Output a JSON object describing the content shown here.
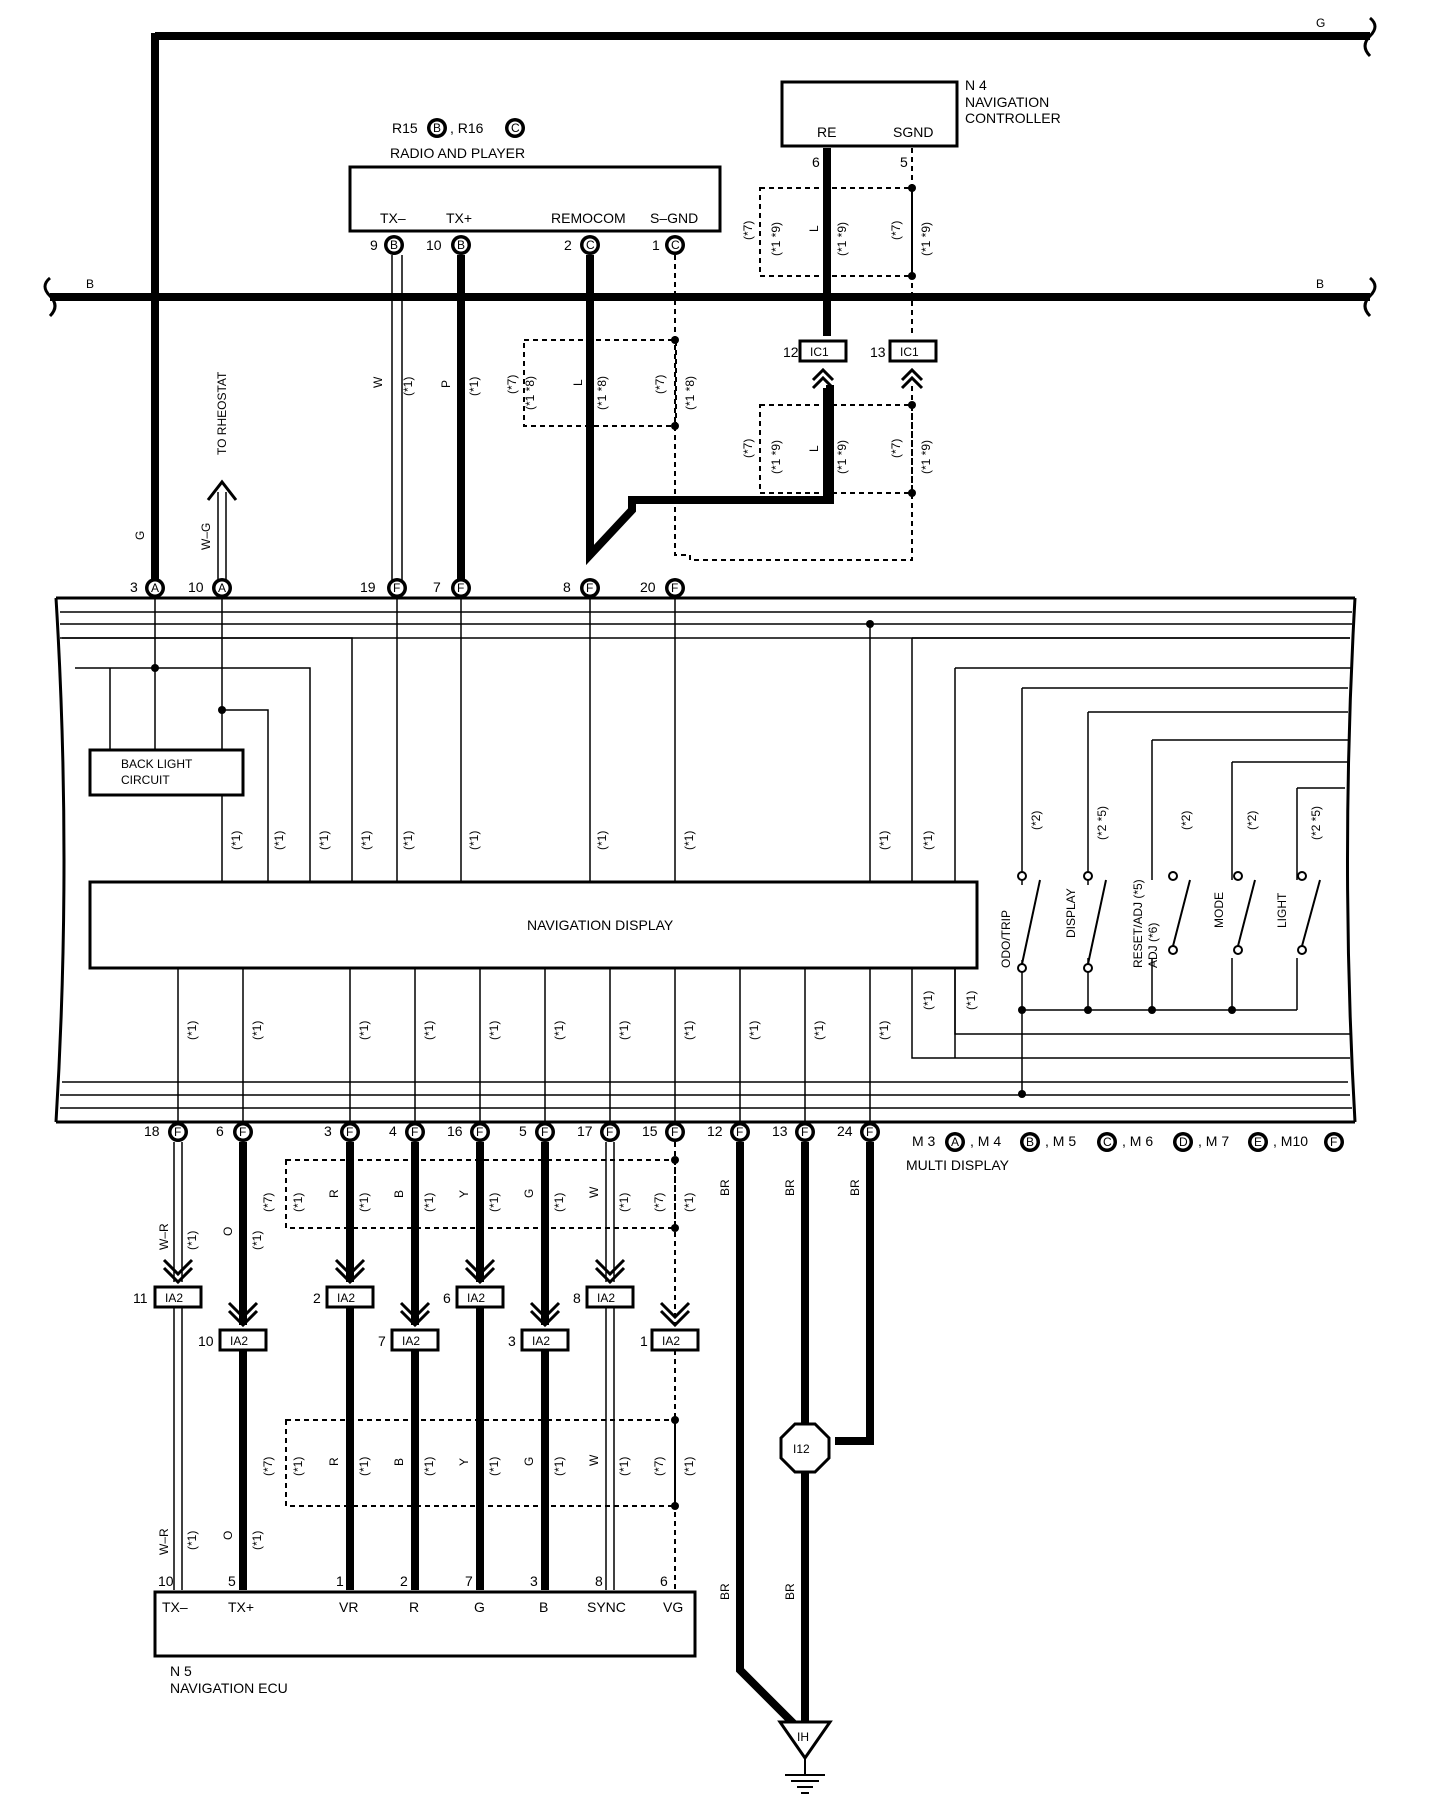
{
  "top_bus": {
    "left_label": "G",
    "right_label": "G"
  },
  "mid_bus": {
    "left_label": "B",
    "right_label": "B"
  },
  "n4": {
    "id": "N 4",
    "line1": "NAVIGATION",
    "line2": "CONTROLLER",
    "pin_re": "RE",
    "pin_sgnd": "SGND",
    "pin_re_num": "6",
    "pin_sgnd_num": "5"
  },
  "radio": {
    "line1_r15": "R15",
    "conn_b": "B",
    "line1_r16": ", R16",
    "conn_c": "C",
    "title": "RADIO AND PLAYER",
    "pins": [
      {
        "label": "TX–",
        "num": "9",
        "conn": "B"
      },
      {
        "label": "TX+",
        "num": "10",
        "conn": "B"
      },
      {
        "label": "REMOCOM",
        "num": "2",
        "conn": "C"
      },
      {
        "label": "S–GND",
        "num": "1",
        "conn": "C"
      }
    ]
  },
  "wire_colors": {
    "w": "W",
    "p": "P",
    "l": "L",
    "g": "G",
    "wlg": "W–G",
    "wr": "W–R",
    "o": "O",
    "r": "R",
    "b": "B",
    "y": "Y",
    "gg": "G",
    "ww": "W",
    "br": "BR"
  },
  "notes": {
    "n1": "(*1)",
    "n7": "(*7)",
    "n18": "(*1 *8)",
    "n19": "(*1 *9)",
    "n2": "(*2)",
    "n25": "(*2 *5)"
  },
  "ic1": {
    "label": "IC1",
    "pin12": "12",
    "pin13": "13"
  },
  "rheostat": "TO RHEOSTAT",
  "top_pins": [
    {
      "num": "3",
      "conn": "A"
    },
    {
      "num": "10",
      "conn": "A"
    },
    {
      "num": "19",
      "conn": "F"
    },
    {
      "num": "7",
      "conn": "F"
    },
    {
      "num": "8",
      "conn": "F"
    },
    {
      "num": "20",
      "conn": "F"
    }
  ],
  "backlight": {
    "line1": "BACK LIGHT",
    "line2": "CIRCUIT"
  },
  "nav_display": "NAVIGATION DISPLAY",
  "switches": [
    "ODO/TRIP",
    "DISPLAY",
    "RESET/ADJ (*5)",
    "ADJ (*6)",
    "MODE",
    "LIGHT"
  ],
  "bottom_pins": [
    {
      "num": "18",
      "conn": "F"
    },
    {
      "num": "6",
      "conn": "F"
    },
    {
      "num": "3",
      "conn": "F"
    },
    {
      "num": "4",
      "conn": "F"
    },
    {
      "num": "16",
      "conn": "F"
    },
    {
      "num": "5",
      "conn": "F"
    },
    {
      "num": "17",
      "conn": "F"
    },
    {
      "num": "15",
      "conn": "F"
    },
    {
      "num": "12",
      "conn": "F"
    },
    {
      "num": "13",
      "conn": "F"
    },
    {
      "num": "24",
      "conn": "F"
    }
  ],
  "multi_display": {
    "parts": [
      {
        "t": "M 3",
        "c": "A"
      },
      {
        "t": ", M 4",
        "c": "B"
      },
      {
        "t": ", M 5",
        "c": "C"
      },
      {
        "t": ", M 6",
        "c": "D"
      },
      {
        "t": ", M 7",
        "c": "E"
      },
      {
        "t": ", M10",
        "c": "F"
      }
    ],
    "label": "MULTI DISPLAY"
  },
  "ia2": {
    "label": "IA2",
    "pins": [
      "11",
      "10",
      "2",
      "7",
      "6",
      "3",
      "8",
      "1"
    ]
  },
  "i12": "I12",
  "ih": "IH",
  "n5": {
    "id": "N 5",
    "name": "NAVIGATION ECU",
    "pins": [
      {
        "label": "TX–",
        "num": "10"
      },
      {
        "label": "TX+",
        "num": "5"
      },
      {
        "label": "VR",
        "num": "1"
      },
      {
        "label": "R",
        "num": "2"
      },
      {
        "label": "G",
        "num": "7"
      },
      {
        "label": "B",
        "num": "3"
      },
      {
        "label": "SYNC",
        "num": "8"
      },
      {
        "label": "VG",
        "num": "6"
      }
    ]
  }
}
